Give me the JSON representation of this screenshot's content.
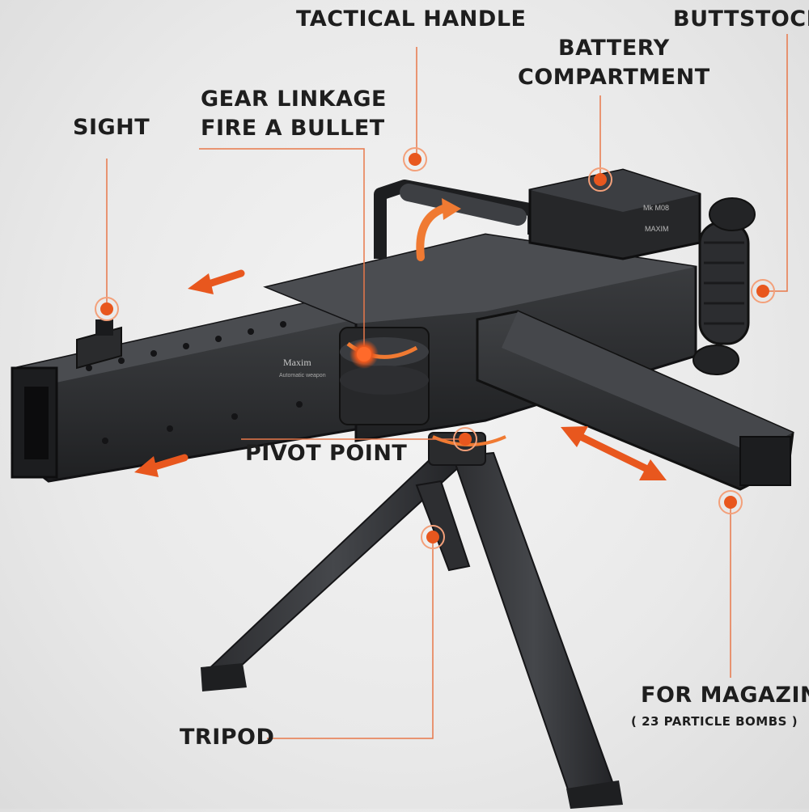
{
  "labels": {
    "tactical_handle": "TACTICAL HANDLE",
    "buttstock": "BUTTSTOCK",
    "battery_1": "BATTERY",
    "battery_2": "COMPARTMENT",
    "gear_1": "GEAR LINKAGE",
    "gear_2": "FIRE A BULLET",
    "sight": "SIGHT",
    "pivot": "PIVOT POINT",
    "magazine_1": "FOR MAGAZINE",
    "magazine_2": "( 23 PARTICLE BOMBS )",
    "tripod": "TRIPOD"
  },
  "model_text": {
    "brand": "Maxim",
    "subline": "Automatic weapon",
    "plate_1": "Mk M08",
    "plate_2": "MAXIM"
  },
  "colors": {
    "accent": "#e8571e",
    "leader": "#e8784a",
    "body": "#2a2b2d",
    "body_light": "#3d3f42",
    "text": "#1e1e1e"
  },
  "icons": [
    "arrow-left-icon",
    "rotate-arrow-icon",
    "double-arrow-icon",
    "marker-dot-icon"
  ]
}
